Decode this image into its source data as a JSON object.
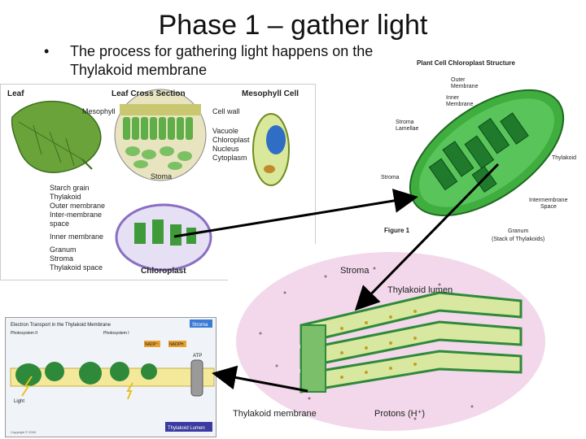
{
  "slide": {
    "title": "Phase 1 – gather light",
    "bullet_symbol": "•",
    "bullet": "The process for gathering light happens on the Thylakoid membrane"
  },
  "leaf_panel": {
    "leaf_label": "Leaf",
    "cross_section_label": "Leaf Cross Section",
    "mesophyll_cell_label": "Mesophyll Cell",
    "mesophyll_label": "Mesophyll",
    "cell_parts": [
      "Cell wall",
      "Vacuole",
      "Chloroplast",
      "Nucleus",
      "Cytoplasm"
    ],
    "stoma_label": "Stoma",
    "chloroplast_parts": [
      "Starch grain",
      "Thylakoid",
      "Outer membrane",
      "Inter-membrane",
      "space",
      "Inner membrane",
      "Granum",
      "Stroma",
      "Thylakoid space"
    ],
    "chloroplast_label": "Chloroplast"
  },
  "chloro_panel": {
    "title": "Plant Cell Chloroplast Structure",
    "outer_membrane": [
      "Outer",
      "Membrane"
    ],
    "inner_membrane": [
      "Inner",
      "Membrane"
    ],
    "stroma_lamellae": [
      "Stroma",
      "Lamellae"
    ],
    "stroma": "Stroma",
    "thylakoid": "Thylakoid",
    "intermembrane": [
      "Intermembrane",
      "Space"
    ],
    "granum": [
      "Granum",
      "(Stack of Thylakoids)"
    ],
    "figure": "Figure 1"
  },
  "thylakoid_panel": {
    "stroma": "Stroma",
    "lumen": "Thylakoid lumen",
    "membrane": "Thylakoid membrane",
    "protons": "Protons (H⁺)"
  },
  "et_panel": {
    "title": "Electron Transport in the Thylakoid Membrane",
    "stroma_tag": "Stroma",
    "photosystem2": "Photosystem II",
    "photosystem1": "Photosystem I",
    "lumen_tag": "Thylakoid Lumen",
    "light": "Light",
    "nadp": "NADP⁺",
    "nadph": "NADPH",
    "atp": "ATP",
    "footer": "Copyright © 2004"
  },
  "colors": {
    "chloroplast_green": "#2e9a3a",
    "granum_green": "#1f7a2c",
    "membrane_yellow": "#e8d84a",
    "arrow": "#000000",
    "lumen_pink": "#f2d8ea"
  }
}
